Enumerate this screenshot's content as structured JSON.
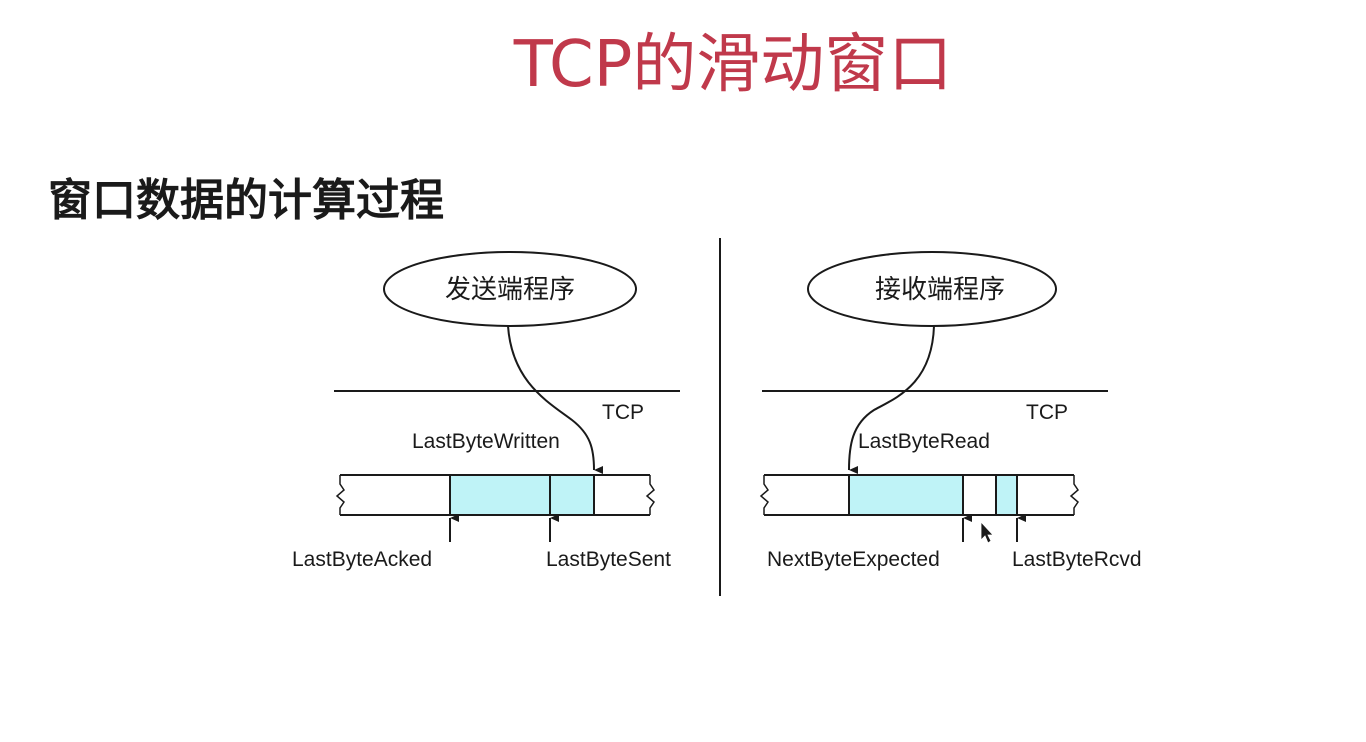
{
  "title": "TCP的滑动窗口",
  "subtitle": "窗口数据的计算过程",
  "sender": {
    "program_label": "发送端程序",
    "layer_label": "TCP",
    "pointers": {
      "last_byte_written": "LastByteWritten",
      "last_byte_acked": "LastByteAcked",
      "last_byte_sent": "LastByteSent"
    }
  },
  "receiver": {
    "program_label": "接收端程序",
    "layer_label": "TCP",
    "pointers": {
      "last_byte_read": "LastByteRead",
      "next_byte_expected": "NextByteExpected",
      "last_byte_rcvd": "LastByteRcvd"
    }
  },
  "colors": {
    "title": "#c0394b",
    "buffer_fill": "#bff3f7",
    "line": "#1a1a1a"
  }
}
